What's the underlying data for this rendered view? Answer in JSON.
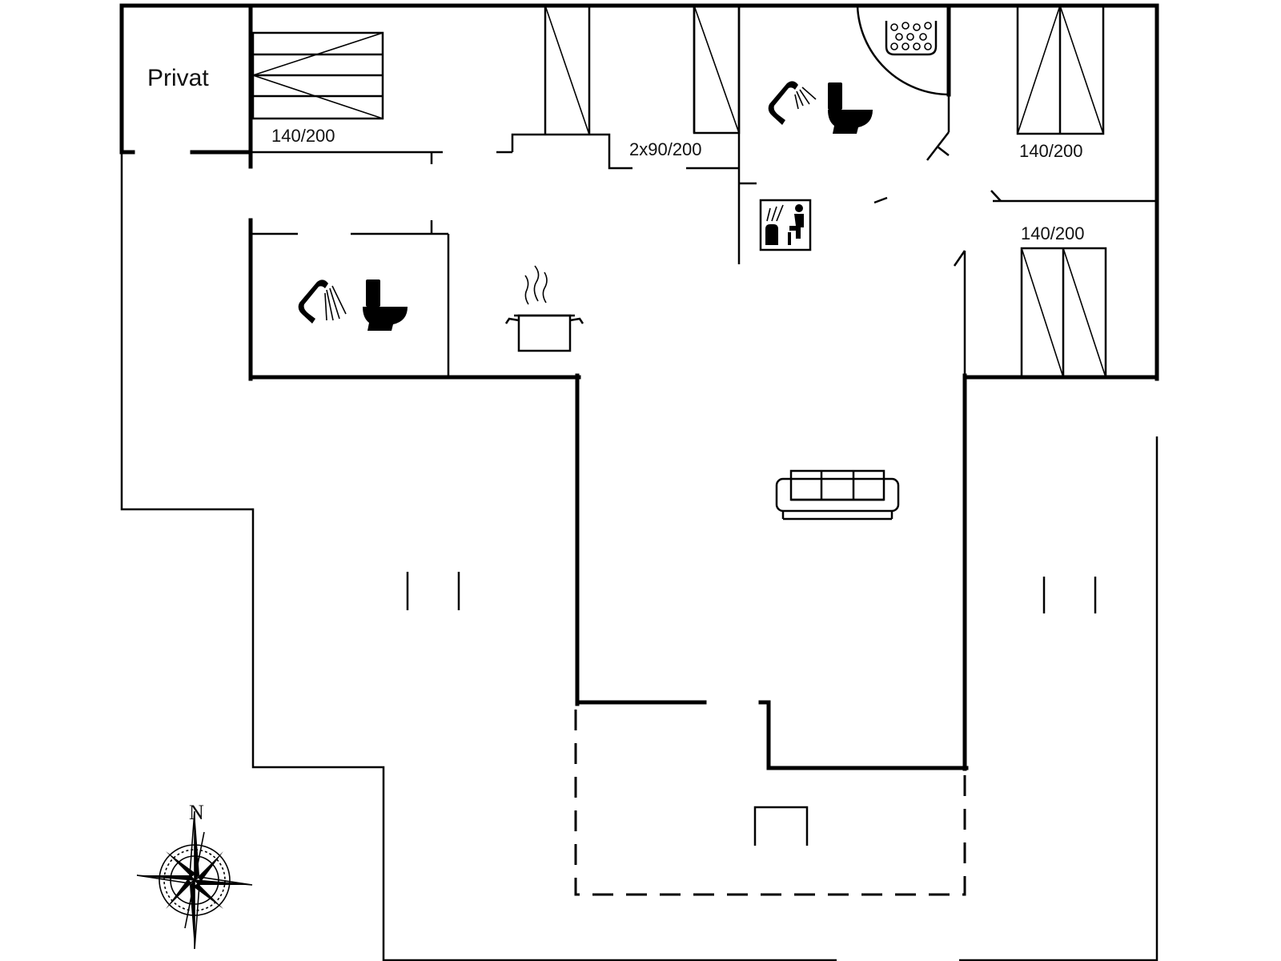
{
  "rooms": {
    "private_room_label": "Privat",
    "bed_top_left": "140/200",
    "bed_twin": "2x90/200",
    "bed_top_right": "140/200",
    "bed_right_middle": "140/200"
  },
  "compass": {
    "north_label": "N"
  },
  "icons": [
    "shower-icon",
    "toilet-icon",
    "whirlpool-icon",
    "sauna-icon",
    "stove-icon",
    "sofa-icon",
    "compass-rose-icon"
  ]
}
